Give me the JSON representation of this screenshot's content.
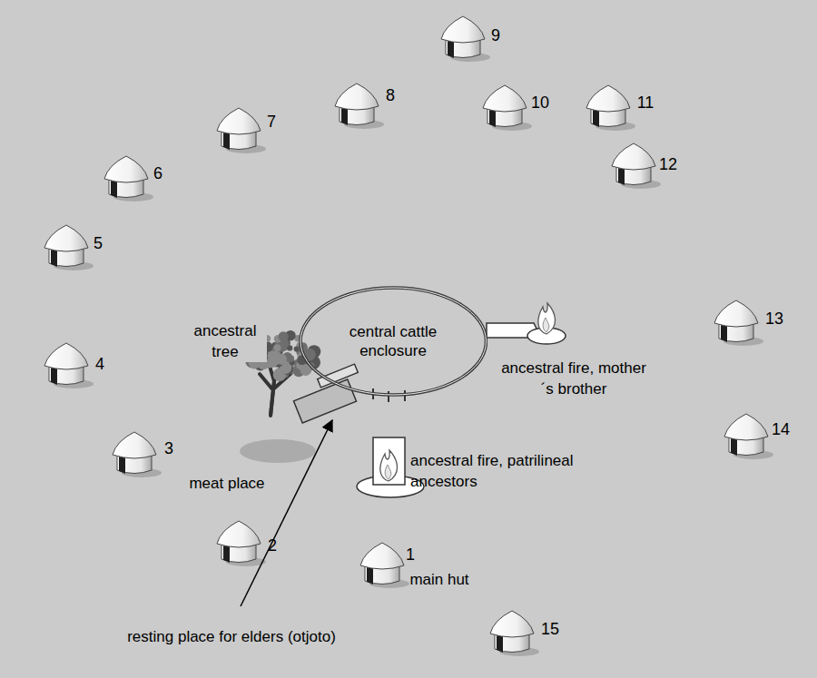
{
  "diagram": {
    "nodes": [
      {
        "text": [
          "central cattle enclosure"
        ]
      }
    ],
    "labels": [
      "1",
      "main hut",
      "2",
      "3",
      "4",
      "5",
      "6",
      "7",
      "8",
      "9",
      "10",
      "11",
      "12",
      "13",
      "14",
      "15",
      "ancestral tree",
      "meat place",
      "ancestral fire, mother´s brother",
      "ancestral fire, patrilineal ancestors",
      "resting place for elders (otjoto)"
    ]
  }
}
